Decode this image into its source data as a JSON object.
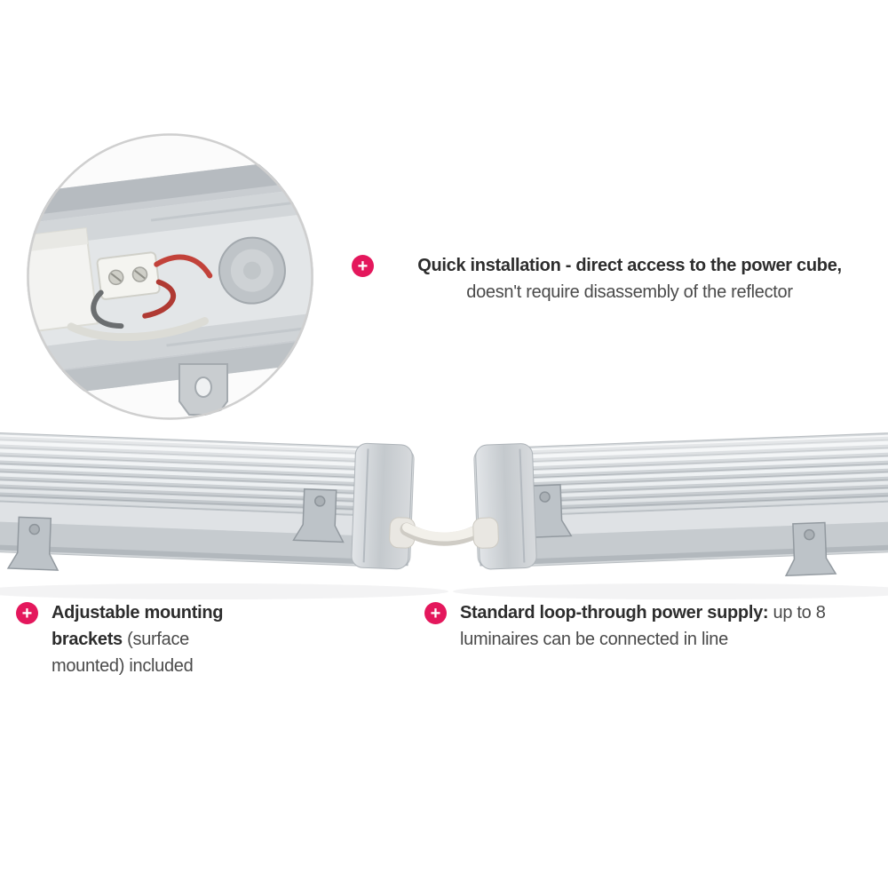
{
  "colors": {
    "accent": "#e4175c",
    "text_bold": "#2d2d2d",
    "text_regular": "#4a4a4a"
  },
  "icons": {
    "plus": "+"
  },
  "features": {
    "quick_installation": {
      "line1_bold": "Quick installation - direct access to the power cube,",
      "line2": "doesn't require disassembly of the reflector"
    },
    "mounting_brackets": {
      "line1_bold": "Adjustable mounting",
      "line2_bold": "brackets",
      "line2_rest": " (surface",
      "line3": "mounted) included"
    },
    "loop_through": {
      "line1_bold": "Standard loop-through power supply:",
      "line1_rest": " up to 8",
      "line2": "luminaires can be connected in line"
    }
  },
  "photos": {
    "detail_circle": "open-luminaire-end-power-cube-detail",
    "main": "two-luminaires-connected-by-cable"
  }
}
